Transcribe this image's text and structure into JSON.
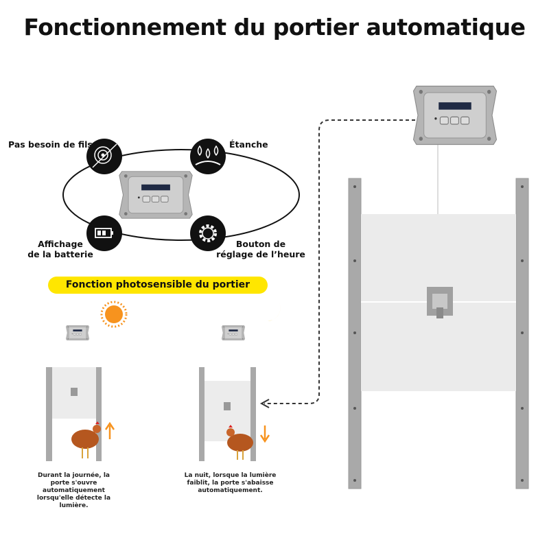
{
  "title": "Fonctionnement du portier automatique",
  "features": [
    {
      "label": "Pas besoin de fils",
      "icon": "no-wire-icon"
    },
    {
      "label": "Étanche",
      "icon": "waterproof-drops-icon"
    },
    {
      "label_line1": "Affichage",
      "label_line2": "de la batterie",
      "icon": "battery-icon"
    },
    {
      "label_line1": "Bouton de",
      "label_line2": "réglage de l’heure",
      "icon": "gear-icon"
    }
  ],
  "banner": "Fonction photosensible du portier",
  "scenes": [
    {
      "caption": "Durant la journée, la porte s'ouvre automatiquement lorsqu'elle détecte la lumière.",
      "icon": "sun-icon"
    },
    {
      "caption": "La nuit, lorsque la lumière faiblit, la porte s'abaisse automatiquement.",
      "icon": "moon-icon"
    }
  ],
  "colors": {
    "banner": "#ffe600",
    "sun": "#f7931e",
    "moon": "#f5c400",
    "arrow": "#f7931e",
    "post": "#a9a9a9",
    "panel": "#ececec"
  }
}
